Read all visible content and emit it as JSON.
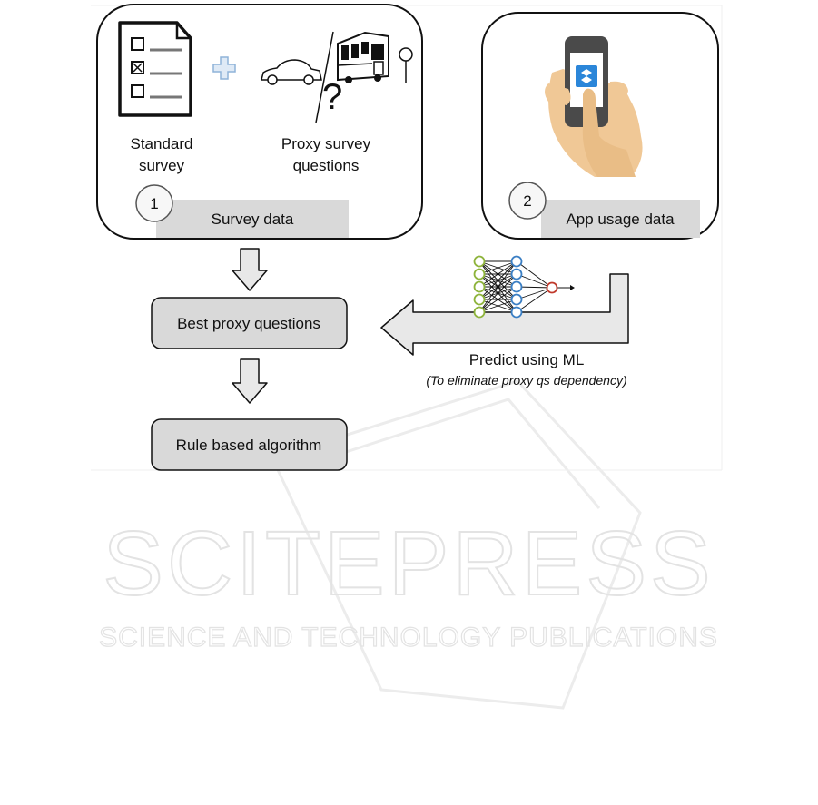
{
  "panel_survey": {
    "standard_survey_label": [
      "Standard",
      "survey"
    ],
    "proxy_survey_label": [
      "Proxy survey",
      "questions"
    ],
    "step_number": "1",
    "data_label": "Survey data",
    "question_mark": "?"
  },
  "panel_app": {
    "step_number": "2",
    "data_label": "App usage data"
  },
  "flow": {
    "best_proxy": "Best proxy questions",
    "rule_based": "Rule based algorithm",
    "predict_label": "Predict using ML",
    "predict_note": "(To eliminate proxy qs dependency)"
  },
  "watermark": {
    "title": "SCITEPRESS",
    "subtitle": "SCIENCE AND TECHNOLOGY PUBLICATIONS"
  },
  "colors": {
    "box_fill": "#d9d9d9",
    "input_layer": "#8db33a",
    "hidden_layer": "#3b7fc4",
    "output_node": "#c0392b",
    "plus": "#8fb3d9",
    "skin": "#f0c896",
    "phone": "#4a4a4a",
    "app_blue": "#2b86d9",
    "watermark": "#e6e6e6"
  },
  "icons": [
    "checklist-icon",
    "plus-icon",
    "car-icon",
    "bus-icon",
    "bus-stop-icon",
    "hand-phone-icon",
    "dropbox-icon",
    "neural-network-icon"
  ]
}
